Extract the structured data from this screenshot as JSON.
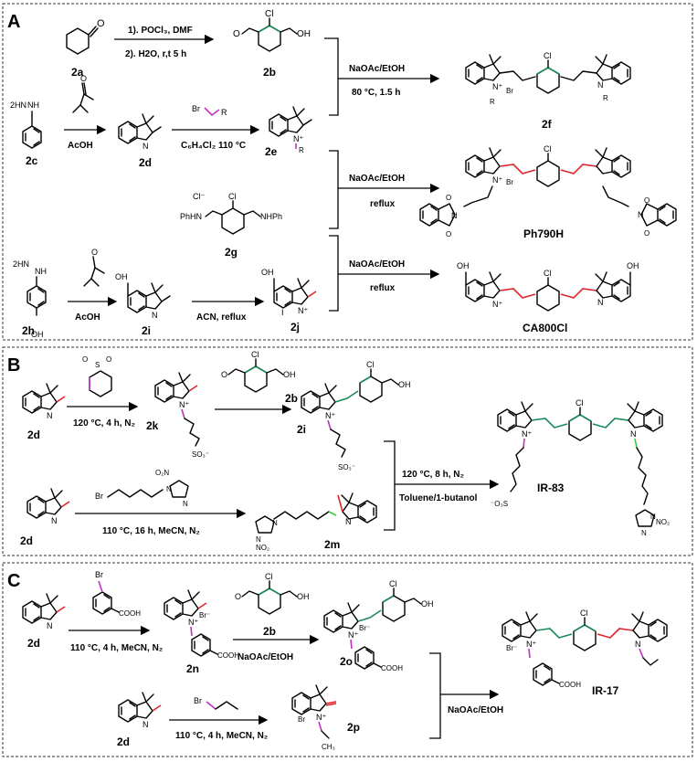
{
  "panels": [
    {
      "label": "A",
      "compounds": [
        "2a",
        "2b",
        "2c",
        "2d",
        "2e",
        "2f",
        "2g",
        "Ph790H",
        "2h",
        "2i",
        "2j",
        "CA800Cl"
      ],
      "conditions": {
        "a_step1": "1). POCl₃, DMF",
        "a_step2": "2). H2O, r,t 5 h",
        "a_naoac_1": "NaOAc/EtOH",
        "a_temp_1": "80 °C, 1.5 h",
        "a_acoh_1": "AcOH",
        "a_solvent_e": "C₆H₄Cl₂ 110 °C",
        "a_naoac_2": "NaOAc/EtOH",
        "a_reflux_2": "reflux",
        "a_acoh_2": "AcOH",
        "a_acn": "ACN, reflux",
        "a_naoac_3": "NaOAc/EtOH",
        "a_reflux_3": "reflux"
      },
      "atoms": {
        "cl": "Cl",
        "oh": "OH",
        "br": "Br",
        "r": "R",
        "nh2": "2HN",
        "nhph": "NHPh",
        "phhn": "PhHN",
        "n": "N",
        "np": "N⁺",
        "i": "I",
        "cl_minus": "Cl⁻"
      }
    },
    {
      "label": "B",
      "compounds": [
        "2d",
        "2k",
        "2b",
        "2i",
        "IR-83",
        "2d",
        "2m"
      ],
      "conditions": {
        "b_k": "120 °C, 4 h, N₂",
        "b_m": "110 °C, 16 h, MeCN, N₂",
        "b_final_1": "120 °C, 8 h, N₂",
        "b_final_2": "Toluene/1-butanol"
      },
      "atoms": {
        "so3": "SO₃⁻",
        "no2": "NO₂",
        "o2n": "O₂N",
        "o3s": "⁻O₃S"
      }
    },
    {
      "label": "C",
      "compounds": [
        "2d",
        "2n",
        "2b",
        "2o",
        "IR-17",
        "2d",
        "2p"
      ],
      "conditions": {
        "c_n": "110 °C, 4 h, MeCN, N₂",
        "c_o": "NaOAc/EtOH",
        "c_p": "110 °C, 4 h, MeCN, N₂",
        "c_final": "NaOAc/EtOH"
      },
      "atoms": {
        "cooh": "COOH",
        "ch3": "CH₃",
        "br": "Br",
        "brm": "Br⁻"
      }
    }
  ]
}
